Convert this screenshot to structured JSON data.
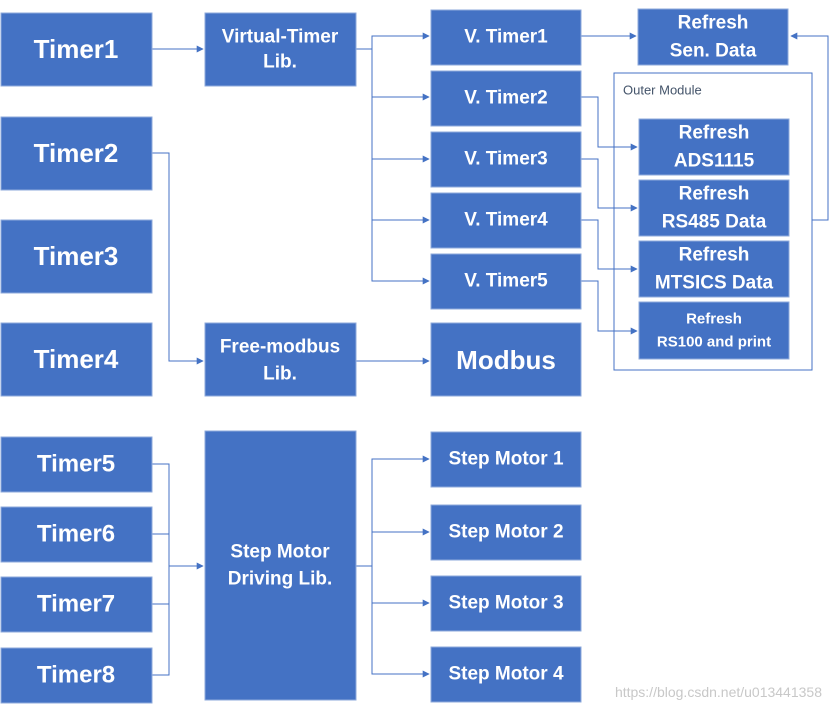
{
  "timers": {
    "timer1": "Timer1",
    "timer2": "Timer2",
    "timer3": "Timer3",
    "timer4": "Timer4",
    "timer5": "Timer5",
    "timer6": "Timer6",
    "timer7": "Timer7",
    "timer8": "Timer8"
  },
  "libs": {
    "virtual_timer": [
      "Virtual-Timer",
      "Lib."
    ],
    "free_modbus": [
      "Free-modbus",
      "Lib."
    ],
    "step_motor": [
      "Step Motor",
      "Driving Lib."
    ]
  },
  "virtual_timers": [
    "V. Timer1",
    "V. Timer2",
    "V. Timer3",
    "V. Timer4",
    "V. Timer5"
  ],
  "modbus": "Modbus",
  "step_motors": [
    "Step Motor 1",
    "Step Motor 2",
    "Step Motor 3",
    "Step Motor 4"
  ],
  "refresh_sen": [
    "Refresh",
    "Sen. Data"
  ],
  "outer_module": {
    "label": "Outer Module",
    "items": [
      [
        "Refresh",
        "ADS1115"
      ],
      [
        "Refresh",
        "RS485 Data"
      ],
      [
        "Refresh",
        "MTSICS Data"
      ],
      [
        "Refresh",
        "RS100 and print"
      ]
    ]
  },
  "watermark": "https://blog.csdn.net/u013441358",
  "colors": {
    "box": "#4472c4",
    "box_border": "#8eaadb",
    "text": "#ffffff",
    "watermark": "#c8c8c8"
  }
}
